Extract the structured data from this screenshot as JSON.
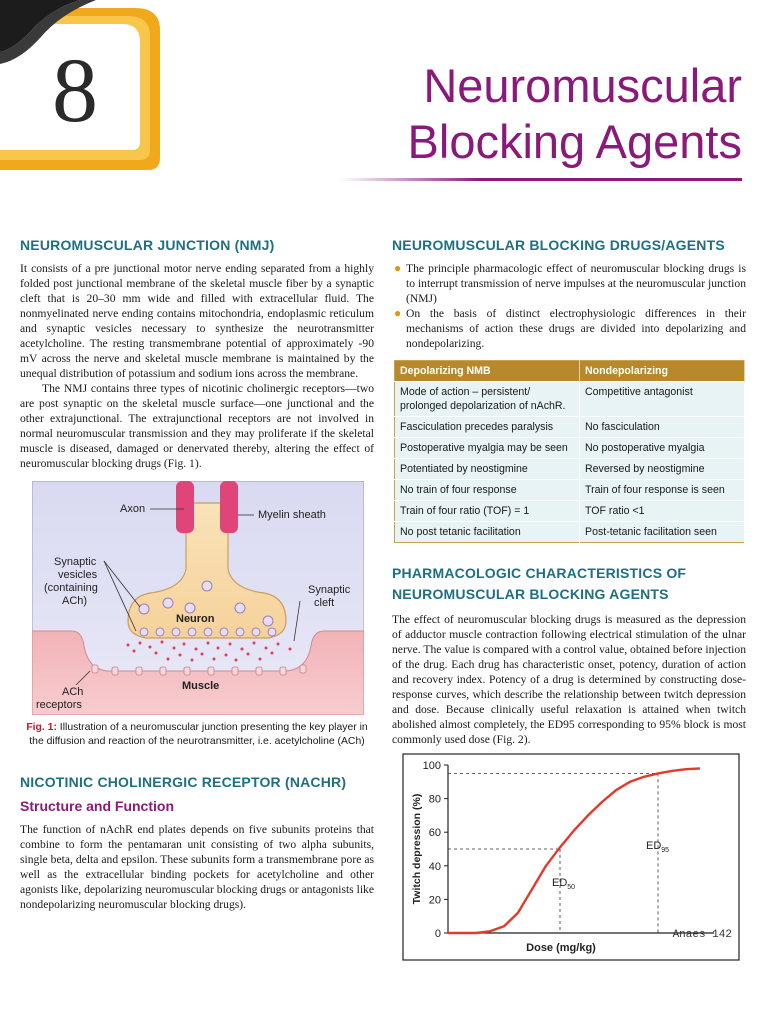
{
  "header": {
    "chapter_number": "8",
    "title_line1": "Neuromuscular",
    "title_line2": "Blocking Agents",
    "accent": "#8a1a7a",
    "badge_gold": "#f0a91c"
  },
  "left": {
    "nmj_heading": "NEUROMUSCULAR JUNCTION (NMJ)",
    "nmj_para1": "It consists of a pre junctional motor nerve ending separated from a highly folded post junctional membrane of the skeletal muscle fiber by a synaptic cleft that is 20–30 mm wide and filled with extracellular fluid. The nonmyelinated nerve ending contains mitochondria, endoplasmic reticulum and synaptic vesicles necessary to synthesize the neurotransmitter acetylcholine. The resting transmembrane potential of approximately -90 mV across the nerve and skeletal muscle membrane is maintained by the unequal distribution of potassium and sodium ions across the membrane.",
    "nmj_para2": "The NMJ contains three types of nicotinic cholinergic receptors—two are post synaptic on the skeletal muscle surface—one junctional and the other extrajunctional. The extrajunctional receptors are not involved in normal neuromuscular transmission and they may proliferate if the skeletal muscle is diseased, damaged or denervated thereby, altering the effect of neuromuscular blocking drugs (Fig. 1).",
    "figure1": {
      "label_axon": "Axon",
      "label_myelin": "Myelin sheath",
      "label_vesicles_1": "Synaptic",
      "label_vesicles_2": "vesicles",
      "label_vesicles_3": "(containing",
      "label_vesicles_4": "ACh)",
      "label_neuron": "Neuron",
      "label_cleft_1": "Synaptic",
      "label_cleft_2": "cleft",
      "label_muscle": "Muscle",
      "label_ach_1": "ACh",
      "label_ach_2": "receptors",
      "caption_label": "Fig. 1:",
      "caption_text": " Illustration of a neuromuscular junction presenting the key player in the diffusion and reaction of the neurotransmitter, i.e. acetylcholine (ACh)"
    },
    "nachr_heading": "NICOTINIC CHOLINERGIC RECEPTOR (NACHR)",
    "structure_heading": "Structure and Function",
    "structure_para": "The function of nAchR end plates depends on five subunits proteins that combine to form the pentamaran unit consisting of two alpha subunits, single beta, delta and epsilon. These subunits form a transmembrane pore as well as the extracellular binding pockets for acetylcholine and other agonists like, depolarizing neuromuscular blocking drugs or antagonists like nondepolarizing neuromuscular blocking drugs)."
  },
  "right": {
    "nmb_heading": "NEUROMUSCULAR BLOCKING DRUGS/AGENTS",
    "bullets": [
      "The principle pharmacologic effect of neuromuscular blocking drugs is to interrupt transmission of nerve impulses at the neuromuscular junction (NMJ)",
      "On the basis of distinct electrophysiologic differences in their mechanisms of action these drugs are divided into depolarizing and nondepolarizing."
    ],
    "table": {
      "headers": [
        "Depolarizing NMB",
        "Nondepolarizing"
      ],
      "rows": [
        [
          "Mode of action – persistent/ prolonged depolarization of nAchR.",
          "Competitive antagonist"
        ],
        [
          "Fasciculation precedes paralysis",
          "No fasciculation"
        ],
        [
          "Postoperative myalgia may be seen",
          "No postoperative myalgia"
        ],
        [
          "Potentiated by neostigmine",
          "Reversed by neostigmine"
        ],
        [
          "No train of four response",
          "Train of four response is seen"
        ],
        [
          "Train of four ratio (TOF) = 1",
          "TOF ratio <1"
        ],
        [
          "No post tetanic facilitation",
          "Post-tetanic facilitation seen"
        ]
      ]
    },
    "pharm_heading_1": "PHARMACOLOGIC CHARACTERISTICS OF",
    "pharm_heading_2": "NEUROMUSCULAR BLOCKING AGENTS",
    "pharm_para": "The effect of neuromuscular blocking drugs is measured as the depression of adductor muscle contraction following electrical stimulation of the ulnar nerve. The value is compared with a control value, obtained before injection of the drug. Each drug has characteristic onset, potency, duration of action and recovery index. Potency of a drug is determined by constructing dose-response curves, which describe the relationship between twitch depression and dose. Because clinically useful relaxation is attained when twitch abolished almost completely, the ED95 corresponding to 95% block is most commonly used dose (Fig. 2)."
  },
  "chart_data": {
    "type": "line",
    "xlabel": "Dose (mg/kg)",
    "ylabel": "Twitch depression (%)",
    "ylim": [
      0,
      100
    ],
    "yticks": [
      0,
      20,
      40,
      60,
      80,
      100
    ],
    "grid": false,
    "series": [
      {
        "x": [
          0,
          0.5,
          1.0,
          1.5,
          2.0,
          2.5,
          3.0,
          3.5,
          4.0,
          4.5,
          5.0,
          5.5,
          6.0,
          6.5,
          7.0,
          7.5,
          8.0,
          8.5,
          9.0
        ],
        "y": [
          0,
          0,
          0,
          1,
          4,
          12,
          26,
          40,
          51,
          61,
          70,
          78,
          85,
          90,
          93,
          95,
          96.5,
          97.5,
          98
        ]
      }
    ],
    "annotations": [
      {
        "label": "ED",
        "sub": "50",
        "x": 4.0,
        "y": 50
      },
      {
        "label": "ED",
        "sub": "95",
        "x": 7.5,
        "y": 95
      }
    ],
    "watermark": "Anaes 142"
  }
}
